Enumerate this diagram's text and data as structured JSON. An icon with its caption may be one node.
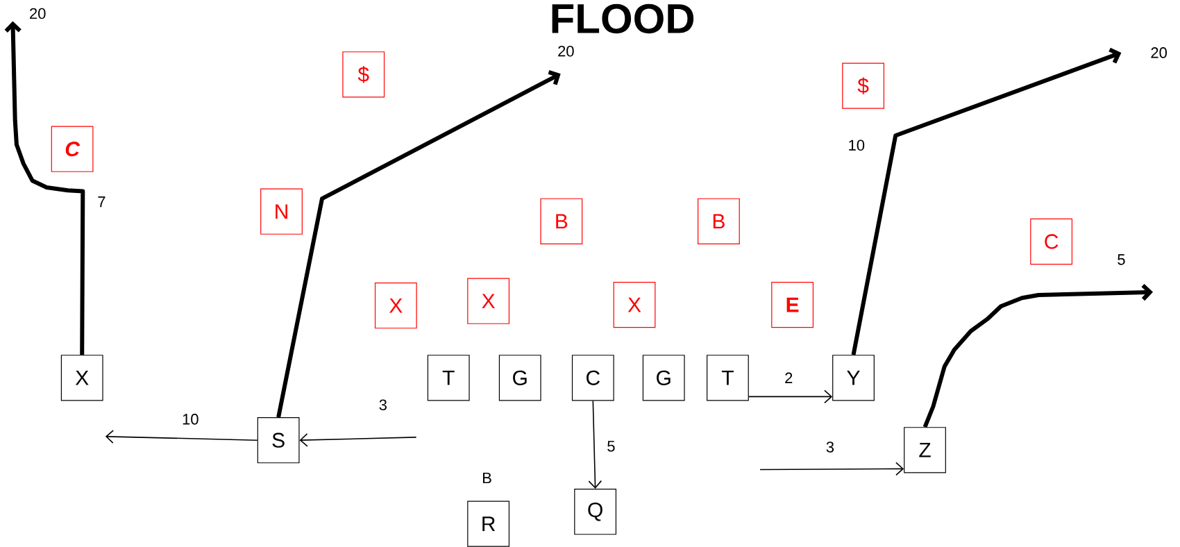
{
  "diagram": {
    "title": "FLOOD",
    "nodes": [
      {
        "text": [
          "$"
        ]
      },
      {
        "text": [
          "$"
        ]
      },
      {
        "text": [
          "C"
        ]
      },
      {
        "text": [
          "N"
        ]
      },
      {
        "text": [
          "B"
        ]
      },
      {
        "text": [
          "B"
        ]
      },
      {
        "text": [
          "C"
        ]
      },
      {
        "text": [
          "X"
        ]
      },
      {
        "text": [
          "X"
        ]
      },
      {
        "text": [
          "X"
        ]
      },
      {
        "text": [
          "E"
        ]
      },
      {
        "text": [
          "X"
        ]
      },
      {
        "text": [
          "T"
        ]
      },
      {
        "text": [
          "G"
        ]
      },
      {
        "text": [
          "C"
        ]
      },
      {
        "text": [
          "G"
        ]
      },
      {
        "text": [
          "T"
        ]
      },
      {
        "text": [
          "Y"
        ]
      },
      {
        "text": [
          "S"
        ]
      },
      {
        "text": [
          "Z"
        ]
      },
      {
        "text": [
          "Q"
        ]
      },
      {
        "text": [
          "R"
        ]
      }
    ],
    "edges": [
      {
        "from": 11,
        "to": null,
        "arrow": "to",
        "label": "20",
        "style": "thick"
      },
      {
        "from": 18,
        "to": null,
        "arrow": "to",
        "label": "20",
        "style": "thick"
      },
      {
        "from": 17,
        "to": null,
        "arrow": "to",
        "label": "20",
        "style": "thick"
      },
      {
        "from": 19,
        "to": null,
        "arrow": "to",
        "label": "5",
        "style": "thick"
      },
      {
        "from": 16,
        "to": 17,
        "arrow": "to",
        "label": "2"
      },
      {
        "from": 14,
        "to": 20,
        "arrow": "to",
        "label": "5"
      },
      {
        "from": null,
        "to": 18,
        "arrow": "to",
        "label": "3"
      },
      {
        "from": 18,
        "to": null,
        "arrow": "to",
        "label": "10"
      },
      {
        "from": null,
        "to": 19,
        "arrow": "to",
        "label": "3"
      }
    ],
    "labels": [
      "7",
      "10",
      "B"
    ]
  }
}
